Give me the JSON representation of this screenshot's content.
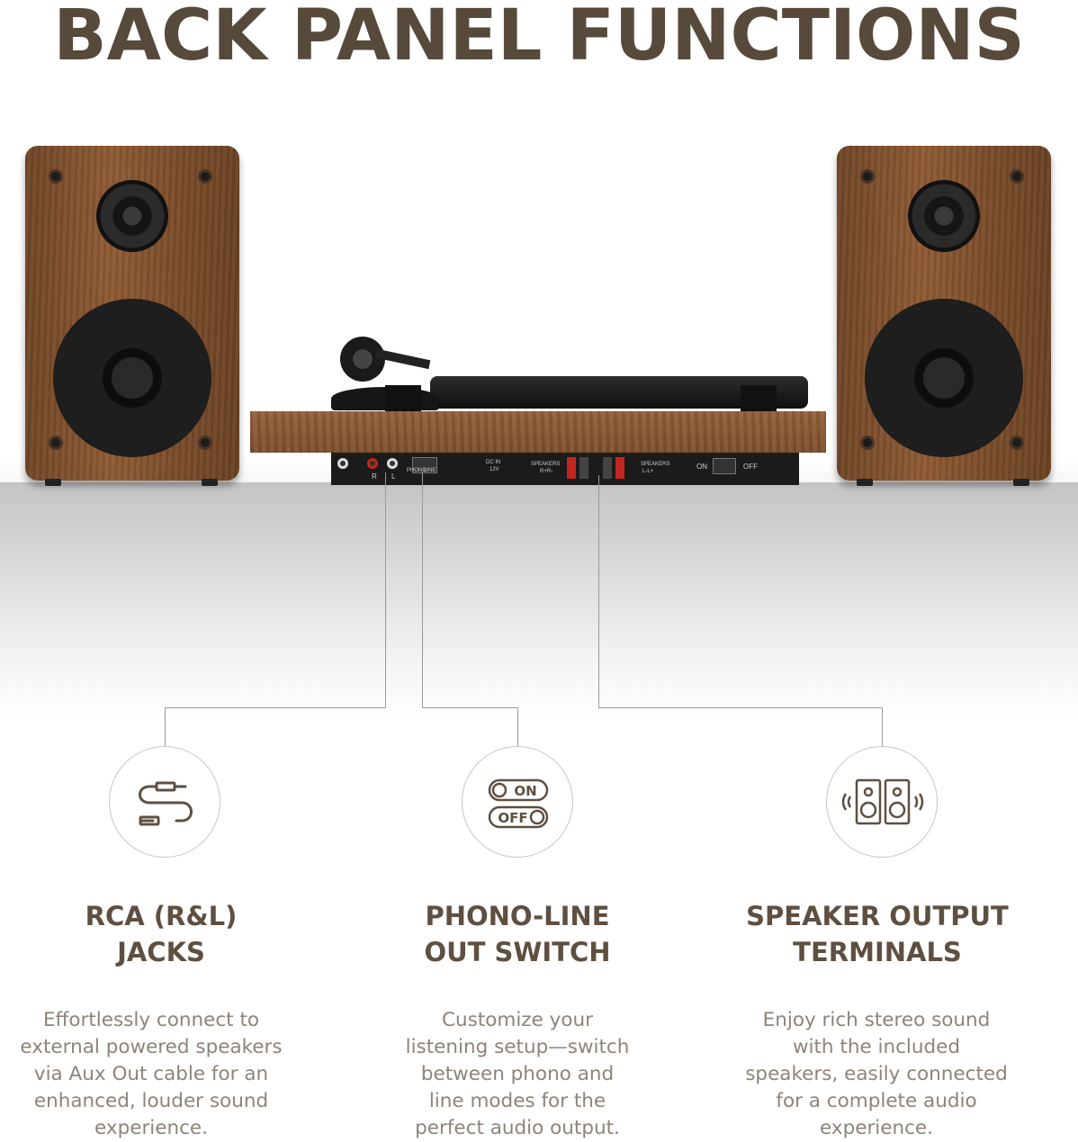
{
  "title": "BACK PANEL FUNCTIONS",
  "product_photo": {
    "panel_labels": {
      "r": "R",
      "l": "L",
      "phono": "PHONO",
      "line": "LINE",
      "dc_in": "DC IN",
      "dc_v": "12V",
      "speakers_r": "SPEAKERS",
      "speakers_r_sub": "R+R-",
      "speakers_l": "SPEAKERS",
      "speakers_l_sub": "L-L+",
      "on": "ON",
      "off": "OFF"
    }
  },
  "features": [
    {
      "icon": "aux-cable-icon",
      "title": "RCA (R&L)\nJACKS",
      "description": "Effortlessly connect to\nexternal powered speakers\nvia Aux Out cable for an\nenhanced, louder sound\nexperience."
    },
    {
      "icon": "on-off-switch-icon",
      "icon_text_on": "ON",
      "icon_text_off": "OFF",
      "title": "PHONO-LINE\nOUT SWITCH",
      "description": "Customize your\nlistening setup—switch\nbetween phono and\nline modes for the\nperfect audio output."
    },
    {
      "icon": "stereo-speakers-icon",
      "title": "SPEAKER OUTPUT\nTERMINALS",
      "description": "Enjoy rich stereo sound\nwith the included\nspeakers, easily connected\nfor a complete audio\nexperience."
    }
  ],
  "colors": {
    "heading": "#574a3b",
    "body_text": "#8d8479",
    "wood": "#8e5a33",
    "terminal_red": "#c2261e"
  }
}
